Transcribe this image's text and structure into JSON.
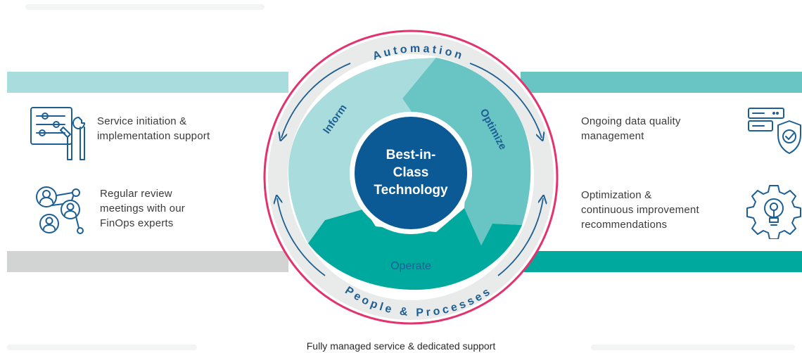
{
  "colors": {
    "navy": "#0b5a96",
    "icon_blue": "#1d5f94",
    "pink_ring": "#e2336d",
    "ring_gray": "#e9eaea",
    "inform": "#a9dcdc",
    "optimize": "#68c5c3",
    "operate": "#00a99d",
    "arrow_blue": "#1d5f94"
  },
  "ring": {
    "top_label": "Automation",
    "bottom_label": "People & Processes"
  },
  "segments": {
    "inform": "Inform",
    "optimize": "Optimize",
    "operate": "Operate"
  },
  "center": {
    "line1": "Best-in-",
    "line2": "Class",
    "line3": "Technology"
  },
  "features_left": [
    {
      "icon": "sliders-tools-icon",
      "line1": "Service initiation &",
      "line2": "implementation support"
    },
    {
      "icon": "people-network-icon",
      "line1": "Regular review",
      "line2": "meetings with our",
      "line3": "FinOps experts"
    }
  ],
  "features_right": [
    {
      "icon": "server-shield-icon",
      "line1": "Ongoing data quality",
      "line2": "management"
    },
    {
      "icon": "gear-lightbulb-icon",
      "line1": "Optimization &",
      "line2": "continuous improvement",
      "line3": "recommendations"
    }
  ],
  "footer": "Fully managed service & dedicated support"
}
